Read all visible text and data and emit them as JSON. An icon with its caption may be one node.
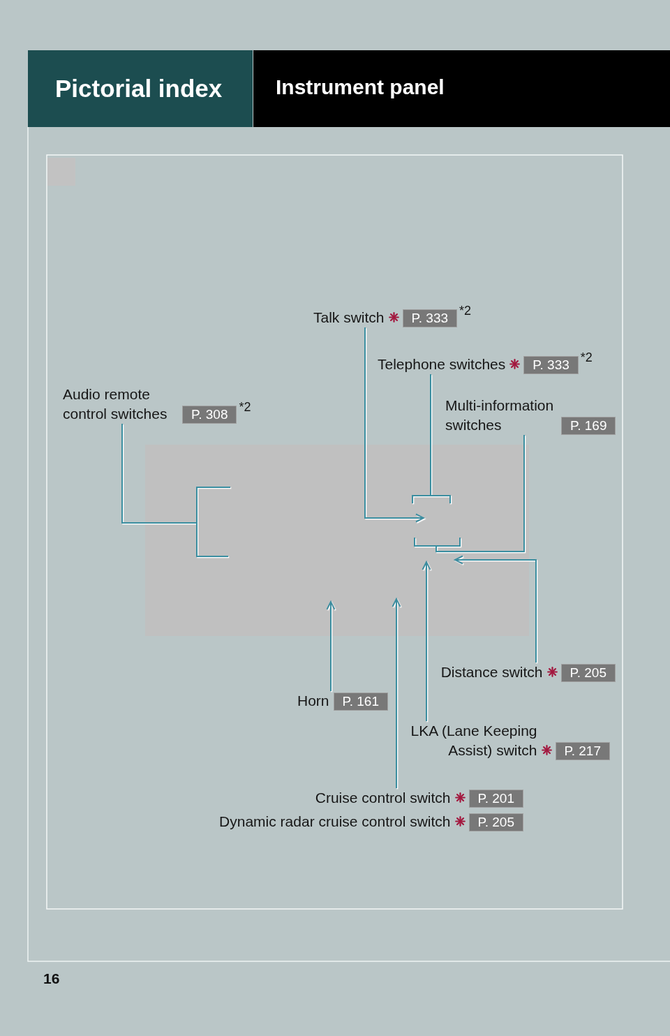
{
  "diagram": {
    "title": "Instrument panel",
    "nodes": [
      {
        "text": [
          "Talk switch",
          "P. 333"
        ],
        "beside": [
          "*2"
        ]
      },
      {
        "text": [
          "Telephone switches",
          "P. 333"
        ],
        "beside": [
          "*2"
        ]
      },
      {
        "text": [
          "Audio remote control switches",
          "P. 308"
        ],
        "beside": [
          "*2"
        ]
      },
      {
        "text": [
          "Multi-information switches",
          "P. 169"
        ]
      },
      {
        "text": [
          "Distance switch",
          "P. 205"
        ]
      },
      {
        "text": [
          "Horn",
          "P. 161"
        ]
      },
      {
        "text": [
          "LKA (Lane Keeping Assist) switch",
          "P. 217"
        ]
      },
      {
        "text": [
          "Cruise control switch",
          "P. 201"
        ]
      },
      {
        "text": [
          "Dynamic radar cruise control switch",
          "P. 205"
        ]
      }
    ],
    "edges": [
      {
        "from": 0,
        "to": null,
        "arrow": "to"
      },
      {
        "from": 1,
        "to": null,
        "arrow": "none"
      },
      {
        "from": 2,
        "to": null,
        "arrow": "none"
      },
      {
        "from": 3,
        "to": null,
        "arrow": "none"
      },
      {
        "from": 4,
        "to": null,
        "arrow": "to"
      },
      {
        "from": 5,
        "to": null,
        "arrow": "to"
      },
      {
        "from": 6,
        "to": null,
        "arrow": "to"
      },
      {
        "from": 7,
        "to": null,
        "arrow": "to"
      }
    ],
    "labels": [
      "Pictorial index",
      "16"
    ]
  }
}
